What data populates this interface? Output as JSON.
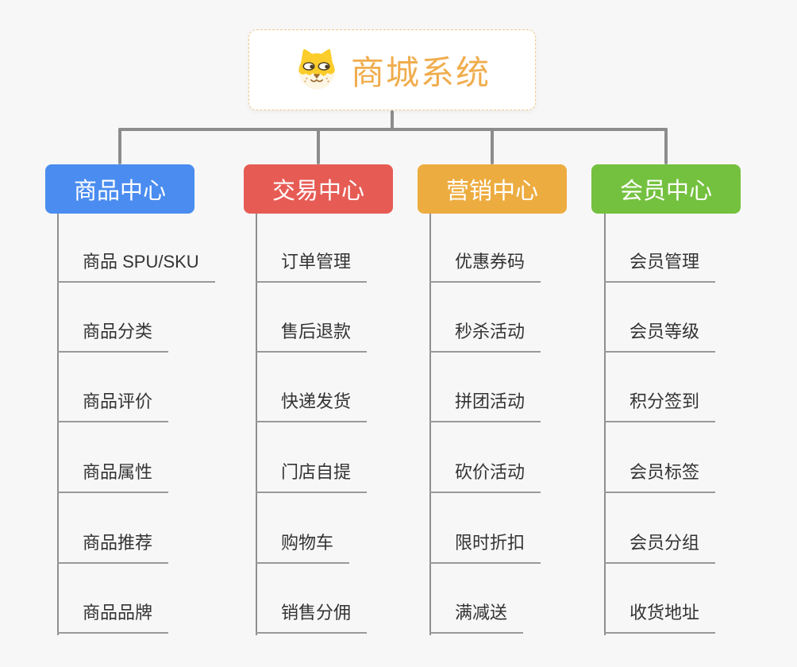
{
  "background_color": "#f7f7f7",
  "connector_color": "#8c8c8c",
  "root": {
    "label": "商城系统",
    "icon": "dog-face-icon",
    "text_color": "#f0ad4d",
    "border_color": "#f0c98e"
  },
  "branches": [
    {
      "label": "商品中心",
      "color": "#4a8cf0",
      "children": [
        "商品 SPU/SKU",
        "商品分类",
        "商品评价",
        "商品属性",
        "商品推荐",
        "商品品牌"
      ]
    },
    {
      "label": "交易中心",
      "color": "#e65c55",
      "children": [
        "订单管理",
        "售后退款",
        "快递发货",
        "门店自提",
        "购物车",
        "销售分佣"
      ]
    },
    {
      "label": "营销中心",
      "color": "#edac40",
      "children": [
        "优惠券码",
        "秒杀活动",
        "拼团活动",
        "砍价活动",
        "限时折扣",
        "满减送"
      ]
    },
    {
      "label": "会员中心",
      "color": "#74c13f",
      "children": [
        "会员管理",
        "会员等级",
        "积分签到",
        "会员标签",
        "会员分组",
        "收货地址"
      ]
    }
  ]
}
